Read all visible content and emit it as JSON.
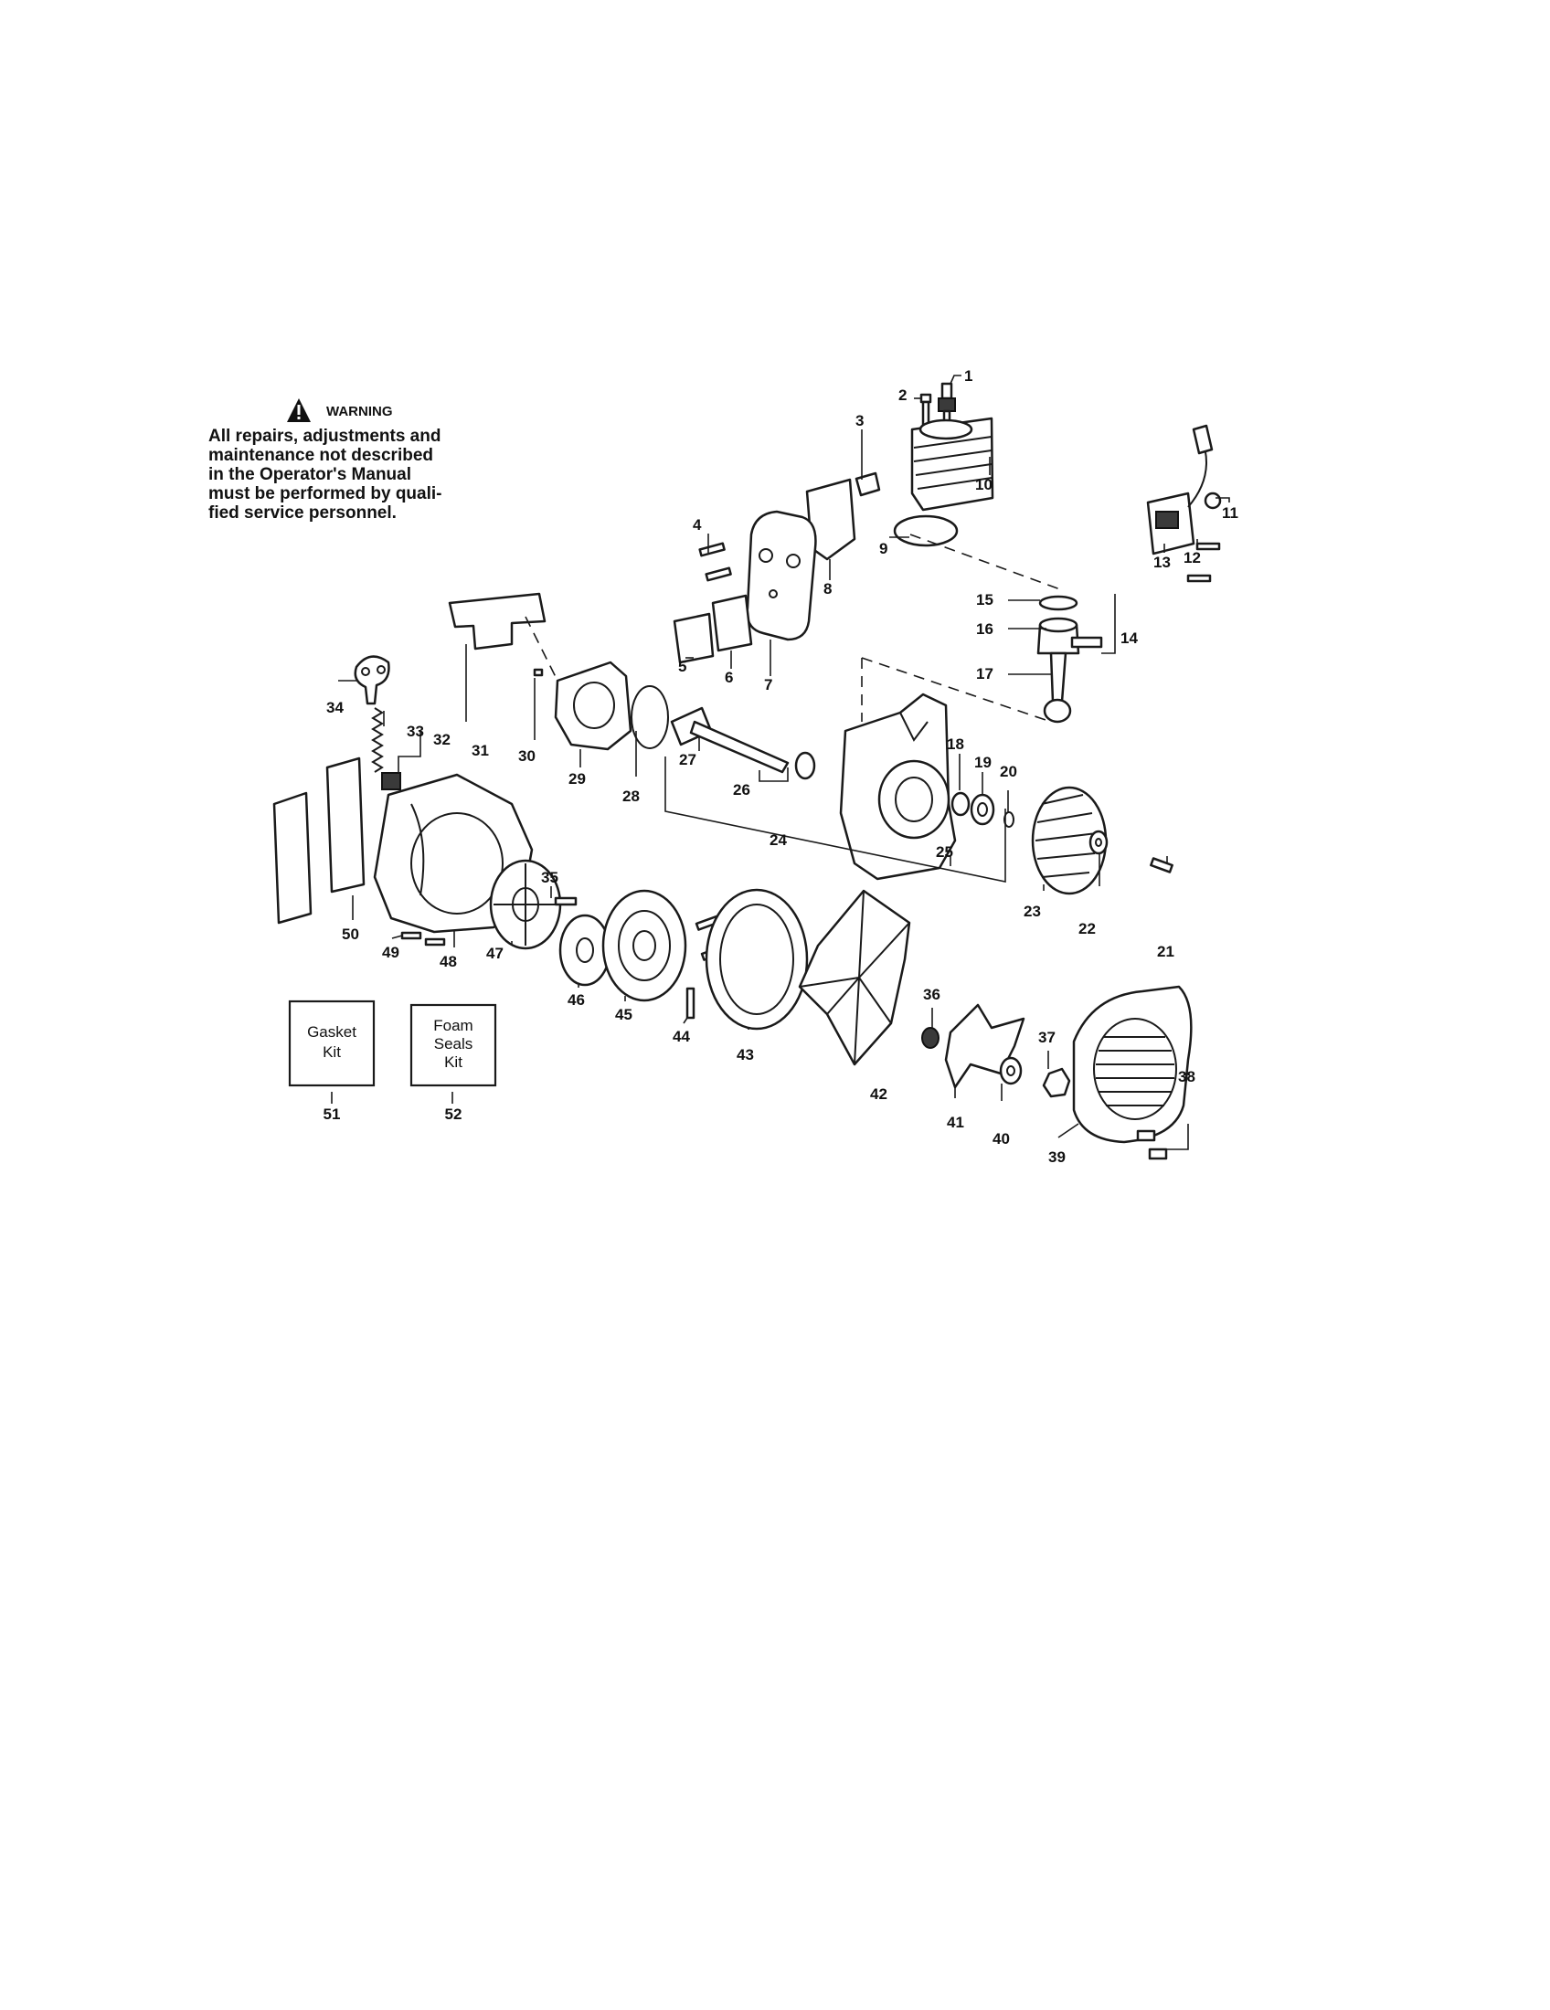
{
  "warning": {
    "title": "WARNING",
    "lines": [
      "All repairs, adjustments and",
      "maintenance not described",
      "in  the  Operator's  Manual",
      "must be performed by quali-",
      "fied  service personnel."
    ]
  },
  "kits": [
    {
      "number": "51",
      "lines": [
        "Gasket",
        "Kit"
      ]
    },
    {
      "number": "52",
      "lines": [
        "Foam",
        "Seals",
        "Kit"
      ]
    }
  ],
  "callouts": [
    "1",
    "2",
    "3",
    "4",
    "5",
    "6",
    "7",
    "8",
    "9",
    "10",
    "11",
    "12",
    "13",
    "14",
    "15",
    "16",
    "17",
    "18",
    "19",
    "20",
    "21",
    "22",
    "23",
    "24",
    "25",
    "26",
    "27",
    "28",
    "29",
    "30",
    "31",
    "32",
    "33",
    "34",
    "35",
    "36",
    "37",
    "38",
    "39",
    "40",
    "41",
    "42",
    "43",
    "44",
    "45",
    "46",
    "47",
    "48",
    "49",
    "50"
  ]
}
